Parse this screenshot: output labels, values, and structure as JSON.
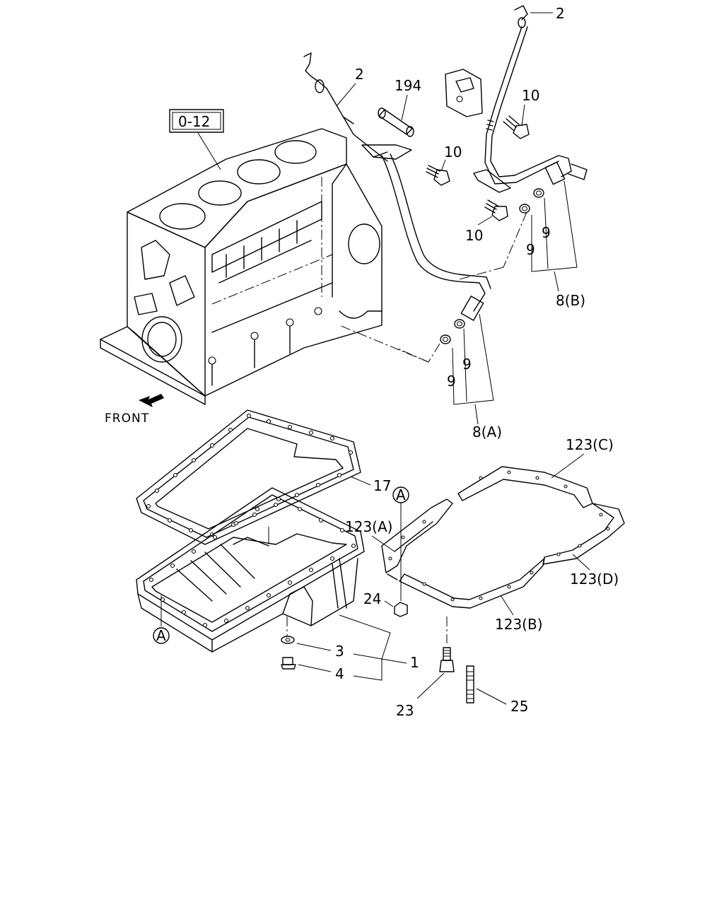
{
  "labels": {
    "dipstick_right": "2",
    "dipstick_left": "2",
    "breather": "194",
    "bolt_upper_right": "10",
    "bolt_middle": "10",
    "bolt_lower_right": "10",
    "ref_box": "0-12",
    "washer_b1": "9",
    "washer_b2": "9",
    "tube_b": "8(B)",
    "washer_a1": "9",
    "washer_a2": "9",
    "tube_a": "8(A)",
    "front": "FRONT",
    "gasket": "17",
    "seal_c": "123(C)",
    "seal_a": "123(A)",
    "seal_d": "123(D)",
    "seal_b": "123(B)",
    "ref_a_top": "A",
    "ref_a_bottom": "A",
    "nut": "24",
    "washer_drain": "3",
    "oil_pan": "1",
    "drain_plug": "4",
    "stud_bolt": "23",
    "stud": "25"
  }
}
